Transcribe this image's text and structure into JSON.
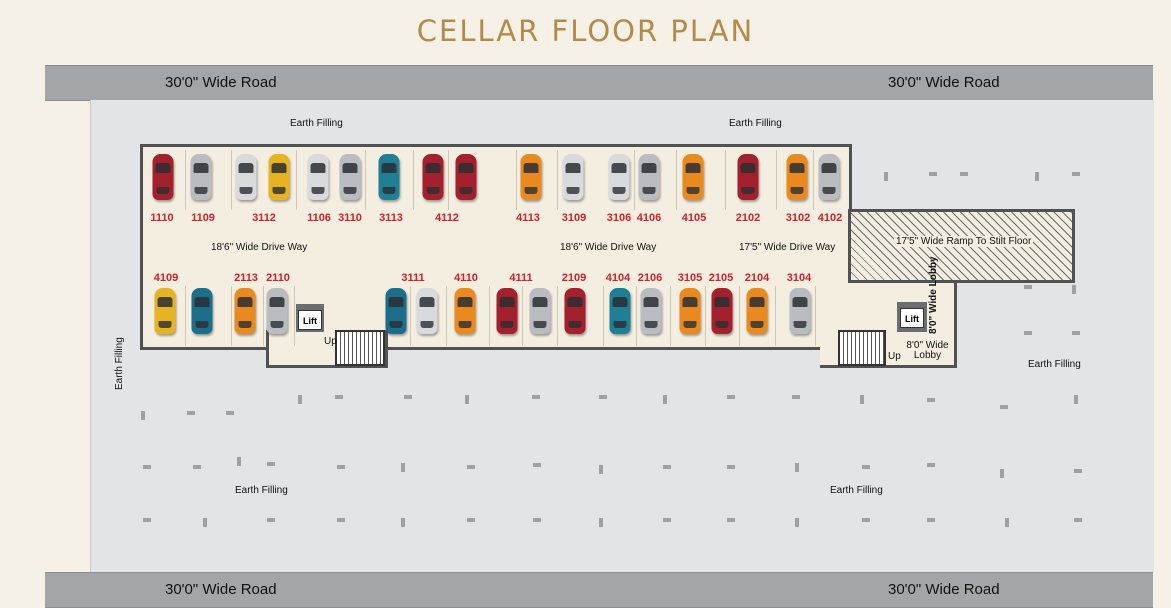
{
  "title": "CELLAR FLOOR PLAN",
  "road_label": "30'0\" Wide Road",
  "earth_filling": "Earth Filling",
  "drive_way_1": "18'6\" Wide Drive Way",
  "drive_way_2": "18'6\" Wide Drive Way",
  "drive_way_3": "17'5\" Wide Drive Way",
  "ramp_label": "17'5\" Wide Ramp To Stilt Floor",
  "lift": "Lift",
  "up": "Up",
  "lobby_vertical": "8'0\" Wide Lobby",
  "lobby_horizontal": "8'0\" Wide Lobby",
  "colors": {
    "red": "#a3202c",
    "white": "#d9dadc",
    "silver": "#b9bcc0",
    "yellow": "#e6b420",
    "orange": "#ea8a1e",
    "teal": "#1e7f95",
    "blue": "#1b6f8a"
  },
  "top_row_numbers": [
    "1110",
    "1109",
    "3112",
    "1106",
    "3110",
    "3113",
    "4112",
    "4113",
    "3109",
    "3106",
    "4106",
    "4105",
    "2102",
    "3102",
    "4102"
  ],
  "bottom_row_numbers": [
    "4109",
    "2113",
    "2110",
    "3111",
    "4110",
    "4111",
    "2109",
    "4104",
    "2106",
    "3105",
    "2105",
    "2104",
    "3104"
  ],
  "top_cars": [
    "red",
    "silver",
    "white",
    "yellow",
    "white",
    "silver",
    "teal",
    "red",
    "red",
    "orange",
    "white",
    "white",
    "silver",
    "orange",
    "red",
    "orange",
    "silver"
  ],
  "bottom_cars": [
    "yellow",
    "blue",
    "orange",
    "silver",
    "blue",
    "white",
    "orange",
    "red",
    "silver",
    "red",
    "teal",
    "silver",
    "orange",
    "red",
    "orange",
    "silver"
  ]
}
